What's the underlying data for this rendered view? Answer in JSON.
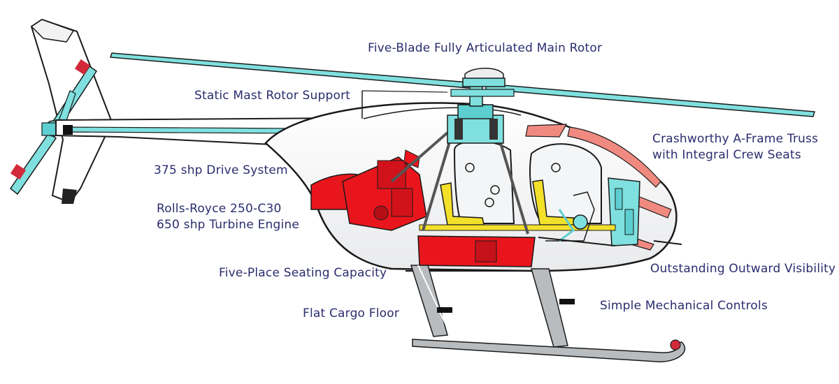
{
  "labels": {
    "main_rotor": "Five-Blade Fully Articulated Main Rotor",
    "static_mast": "Static Mast Rotor Support",
    "crashworthy_line1": "Crashworthy A-Frame Truss",
    "crashworthy_line2": "with Integral Crew Seats",
    "drive_system": "375 shp Drive System",
    "engine_line1": "Rolls-Royce 250-C30",
    "engine_line2": "650 shp Turbine Engine",
    "seating": "Five-Place Seating Capacity",
    "visibility": "Outstanding Outward Visibility",
    "controls": "Simple Mechanical Controls",
    "cargo_floor": "Flat Cargo Floor"
  },
  "colors": {
    "label_text": "#2b2d6e",
    "rotor_cyan": "#7fe0df",
    "engine_red": "#e8161c",
    "seat_yellow": "#f3e02a",
    "outline": "#1a1a1a",
    "glass_salmon": "#f08a80",
    "skid_gray": "#b9bcbf"
  }
}
